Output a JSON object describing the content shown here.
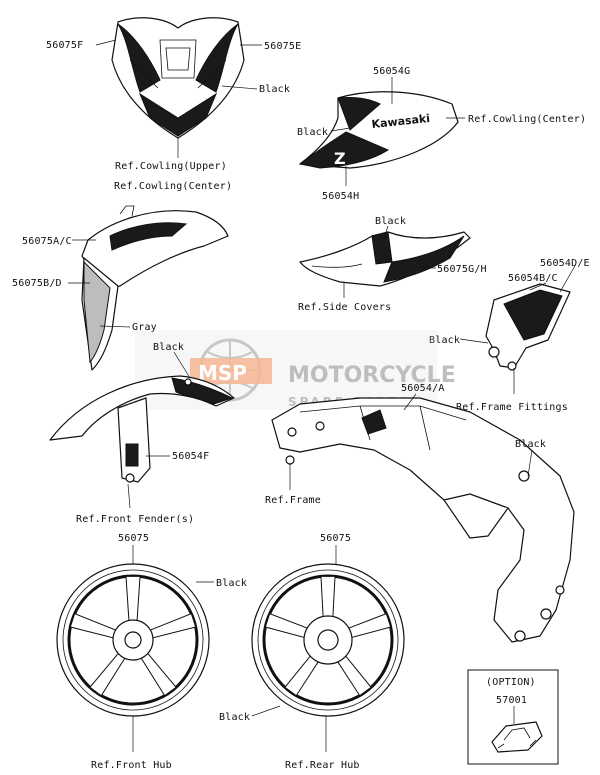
{
  "labels": {
    "cowling_upper_left": "56075F",
    "cowling_upper_right": "56075E",
    "cowling_upper_black": "Black",
    "ref_cowling_upper": "Ref.Cowling(Upper)",
    "ref_cowling_center_left": "Ref.Cowling(Center)",
    "side_top": "56054G",
    "side_black": "Black",
    "ref_cowling_center_right": "Ref.Cowling(Center)",
    "side_bottom": "56054H",
    "fender_ac": "56075A/C",
    "fender_bd": "56075B/D",
    "fender_gray": "Gray",
    "side_cover_black": "Black",
    "side_cover_part": "56075G/H",
    "ref_side_covers": "Ref.Side Covers",
    "fittings_de": "56054D/E",
    "fittings_bc": "56054B/C",
    "fittings_black": "Black",
    "ref_frame_fittings": "Ref.Frame Fittings",
    "front_fender_black": "Black",
    "front_fender_part": "56054F",
    "ref_front_fender": "Ref.Front Fender(s)",
    "frame_part": "56054/A",
    "frame_black": "Black",
    "ref_frame": "Ref.Frame",
    "front_wheel_part": "56075",
    "front_wheel_black": "Black",
    "ref_front_hub": "Ref.Front Hub",
    "rear_wheel_part": "56075",
    "rear_wheel_black": "Black",
    "ref_rear_hub": "Ref.Rear Hub",
    "option_title": "(OPTION)",
    "option_part": "57001"
  },
  "decals": {
    "kawasaki_text": "Kawasaki",
    "z_letter": "Z"
  },
  "watermark": {
    "logo": "MSP",
    "line1": "MOTORCYCLE",
    "line2": "SPARE PARTS"
  },
  "colors": {
    "line": "#111111",
    "decal_black": "#1a1a1a",
    "decal_gray": "#bdbdbd",
    "watermark_gray": "#9a9a9a",
    "watermark_orange": "#f07c3c"
  }
}
